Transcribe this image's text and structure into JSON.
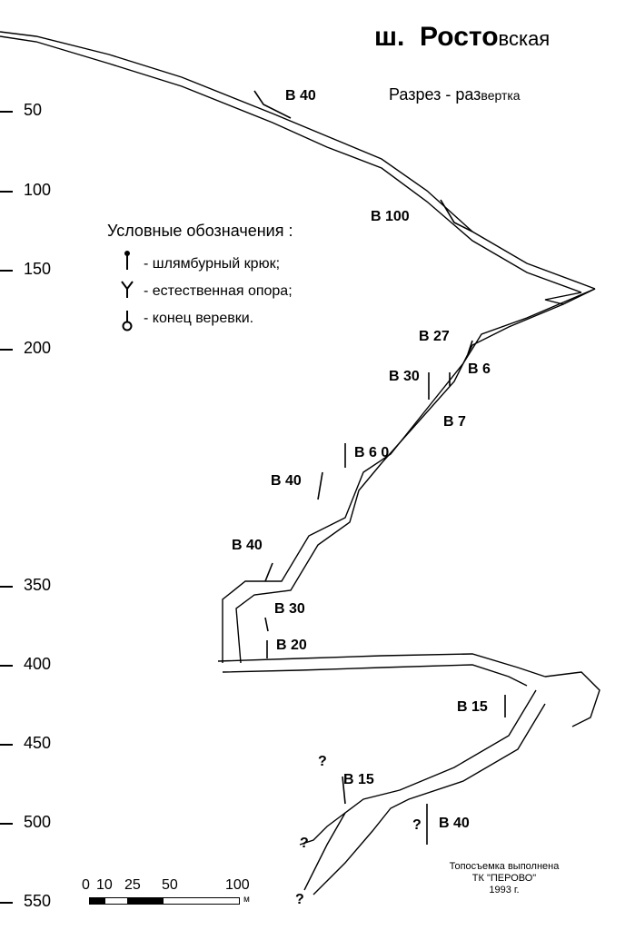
{
  "title": {
    "prefix": "ш.",
    "name_large": "Росто",
    "name_small": "вская"
  },
  "subtitle": {
    "large": "Разрез - раз",
    "small": "вертка"
  },
  "depth_axis": {
    "labels": [
      "50",
      "100",
      "150",
      "200",
      "350",
      "400",
      "450",
      "500",
      "550"
    ]
  },
  "legend": {
    "title": "Условные обозначения :",
    "items": [
      {
        "icon": "bolt-anchor-icon",
        "label": "- шлямбурный крюк;"
      },
      {
        "icon": "natural-anchor-icon",
        "label": "- естественная опора;"
      },
      {
        "icon": "rope-end-icon",
        "label": "- конец веревки."
      }
    ]
  },
  "pitches": [
    "В 40",
    "В 100",
    "В 27",
    "В 30",
    "В 6",
    "В 7",
    "В 6 0",
    "В 40",
    "В 40",
    "В 30",
    "В 20",
    "В 15",
    "В 15",
    "В 40"
  ],
  "unknown_mark": "?",
  "scale_bar": {
    "labels": [
      "0",
      "10",
      "25",
      "50",
      "100"
    ],
    "unit": "м"
  },
  "credit": {
    "line1": "Топосъемка выполнена",
    "line2": "ТК  \"ПЕРОВО\"",
    "line3": "1993 г."
  },
  "colors": {
    "ink": "#000000",
    "background": "#ffffff"
  }
}
